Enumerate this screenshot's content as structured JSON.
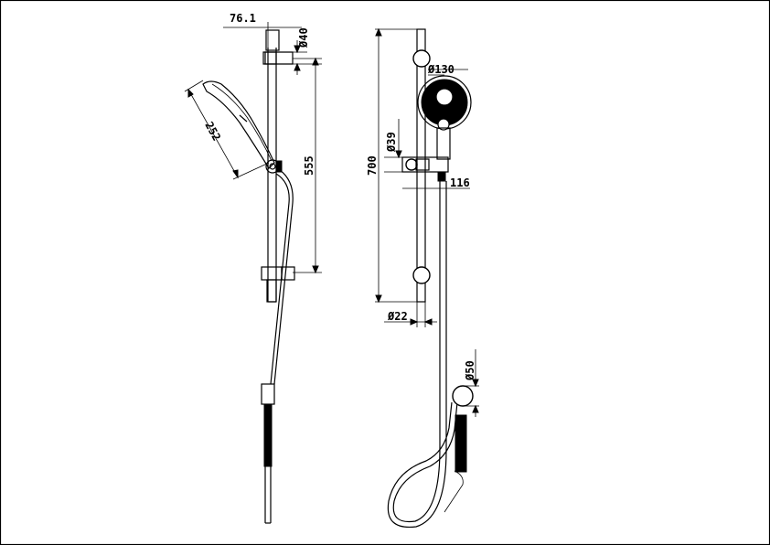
{
  "drawing": {
    "title": "",
    "side_view": {
      "dims": {
        "offset": "76.1",
        "bracket_diameter": "Ø40",
        "handset_length": "252",
        "rail_span": "555"
      }
    },
    "front_view": {
      "dims": {
        "head_diameter": "Ø130",
        "holder_diameter": "Ø39",
        "overall_height": "700",
        "holder_depth": "116",
        "rail_diameter": "Ø22",
        "outlet_diameter": "Ø50"
      }
    },
    "colors": {
      "line": "#000000",
      "background": "#ffffff"
    }
  }
}
